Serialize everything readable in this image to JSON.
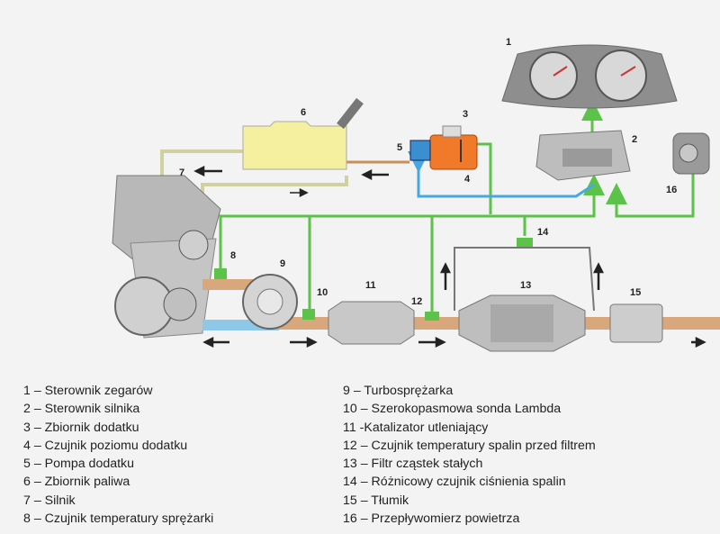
{
  "diagram": {
    "numbers": {
      "n1": "1",
      "n2": "2",
      "n3": "3",
      "n4": "4",
      "n5": "5",
      "n6": "6",
      "n7": "7",
      "n8": "8",
      "n9": "9",
      "n10": "10",
      "n11": "11",
      "n12": "12",
      "n13": "13",
      "n14": "14",
      "n15": "15",
      "n16": "16"
    },
    "colors": {
      "signal_wire": "#5cc24a",
      "fuel_line": "#e0e0b8",
      "additive_line": "#46a8e0",
      "exhaust_pipe": "#d9a77c",
      "intake_pipe": "#8ec8e8",
      "tank": "#f07a2a",
      "fuel_tank": "#f5f0a0"
    }
  },
  "legend": {
    "left": [
      "1 – Sterownik zegarów",
      "2 – Sterownik silnika",
      "3 – Zbiornik dodatku",
      "4 – Czujnik poziomu dodatku",
      "5 – Pompa dodatku",
      "6 – Zbiornik paliwa",
      "7 – Silnik",
      "8 – Czujnik temperatury sprężarki"
    ],
    "right": [
      "9 – Turbosprężarka",
      "10 – Szerokopasmowa sonda Lambda",
      "11 -Katalizator utleniający",
      "12 – Czujnik temperatury spalin przed filtrem",
      "13 – Filtr cząstek stałych",
      "14 – Różnicowy czujnik ciśnienia spalin",
      "15 – Tłumik",
      "16 – Przepływomierz powietrza"
    ]
  }
}
